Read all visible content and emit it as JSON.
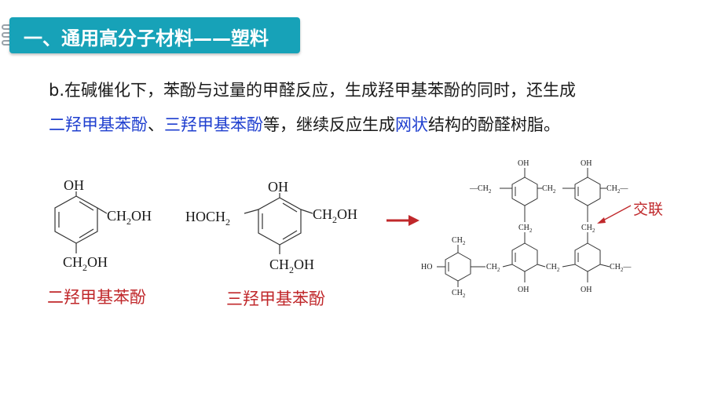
{
  "title": "一、通用高分子材料——塑料",
  "paragraph": {
    "line1": "b.在碱催化下，苯酚与过量的甲醛反应，生成羟甲基苯酚的同时，还生成",
    "line2_parts": [
      "二羟甲基苯酚",
      "、",
      "三羟甲基苯酚",
      "等，继续反应生成",
      "网状",
      "结构的酚醛树脂。"
    ]
  },
  "molecule1": {
    "oh": "OH",
    "ch2oh_side": [
      "CH",
      "2",
      "OH"
    ],
    "ch2oh_bottom": [
      "CH",
      "2",
      "OH"
    ],
    "name": "二羟甲基苯酚"
  },
  "molecule2": {
    "oh": "OH",
    "hoch2": [
      "HOCH",
      "2"
    ],
    "ch2oh_side": [
      "CH",
      "2",
      "OH"
    ],
    "ch2oh_bottom": [
      "CH",
      "2",
      "OH"
    ],
    "name": "三羟甲基苯酚"
  },
  "network": {
    "oh": "OH",
    "ho": "HO",
    "ch2": "CH",
    "sub2": "2",
    "dash_ch2": "—CH",
    "crosslink_label": "交联"
  },
  "colors": {
    "title_bg": "#17a2b8",
    "highlight_blue": "#1f3fcf",
    "caption_red": "#c0282b",
    "arrow_red": "#c0282b"
  }
}
